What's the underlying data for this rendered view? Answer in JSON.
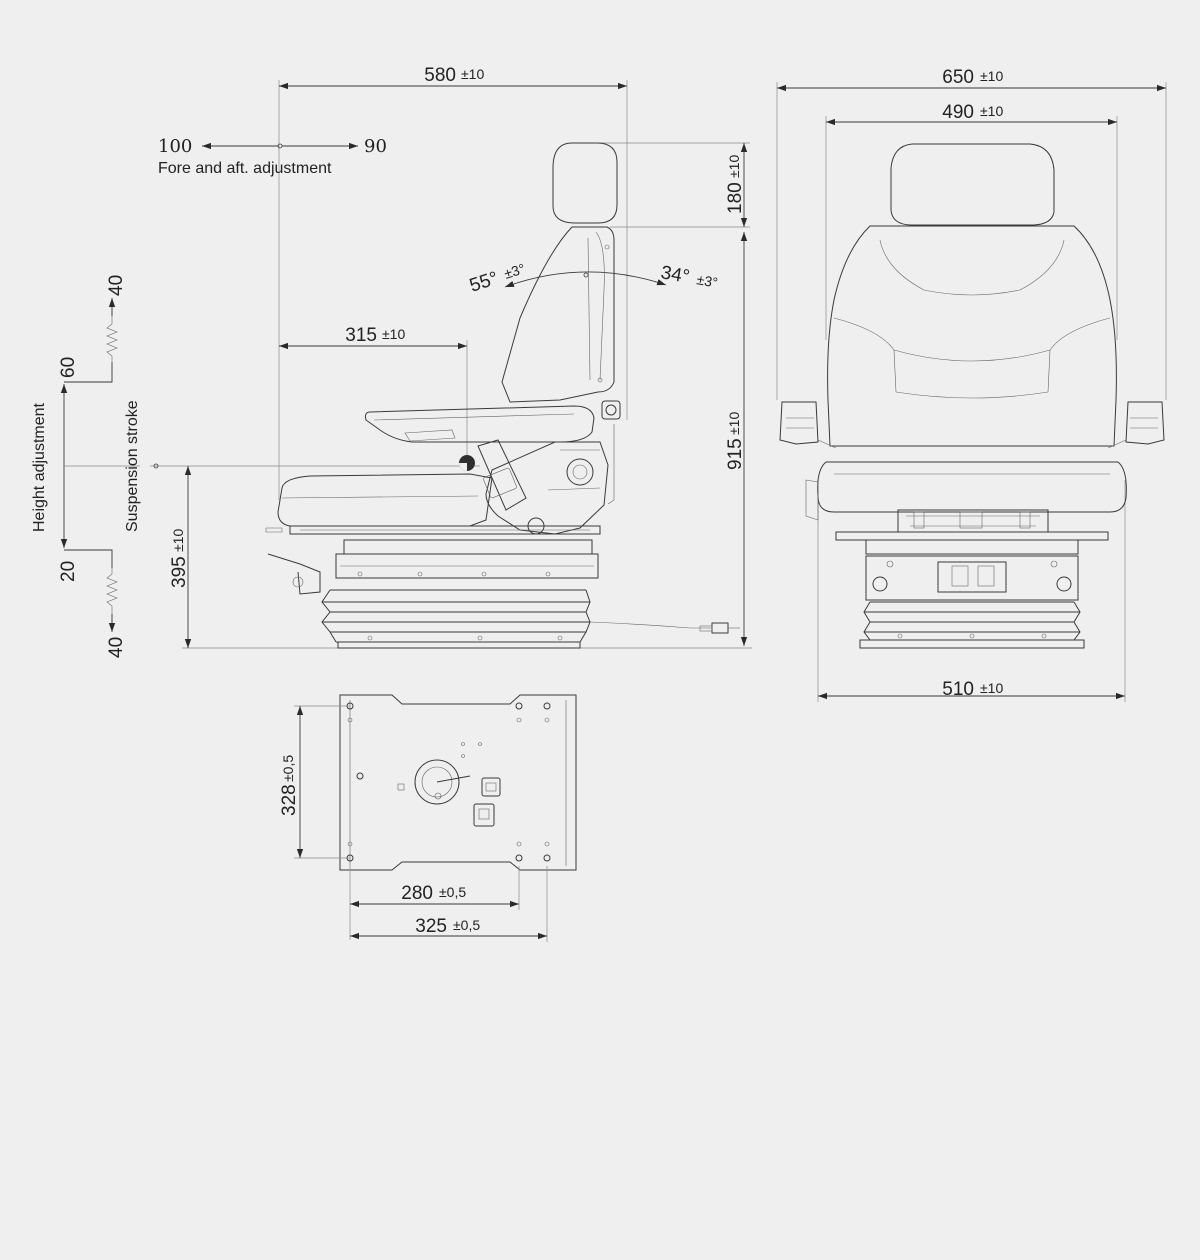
{
  "colors": {
    "background": "#efefef",
    "line": "#3a3a3a"
  },
  "side_view": {
    "overall_length": {
      "value": "580",
      "tol": "±10"
    },
    "fore_aft": {
      "left": "100",
      "right": "90",
      "label": "Fore and aft. adjustment"
    },
    "headrest_height": {
      "value": "180",
      "tol": "±10"
    },
    "back_angle_rear": {
      "value": "55°",
      "tol": "±3°"
    },
    "back_angle_front": {
      "value": "34°",
      "tol": "±3°"
    },
    "cushion_depth": {
      "value": "315",
      "tol": "±10"
    },
    "total_height": {
      "value": "915",
      "tol": "±10"
    },
    "seat_height": {
      "value": "395",
      "tol": "±10"
    },
    "height_adjustment": {
      "label": "Height adjustment",
      "top": "40",
      "mid_top": "60",
      "mid_bottom": "20",
      "bottom": "40"
    },
    "suspension_stroke": {
      "label": "Suspension stroke"
    }
  },
  "front_view": {
    "overall_width": {
      "value": "650",
      "tol": "±10"
    },
    "backrest_width": {
      "value": "490",
      "tol": "±10"
    },
    "base_width": {
      "value": "510",
      "tol": "±10"
    }
  },
  "base_plate": {
    "hole_depth": {
      "value": "328",
      "tol": "±0,5"
    },
    "hole_spacing": {
      "value": "280",
      "tol": "±0,5"
    },
    "plate_width": {
      "value": "325",
      "tol": "±0,5"
    }
  }
}
